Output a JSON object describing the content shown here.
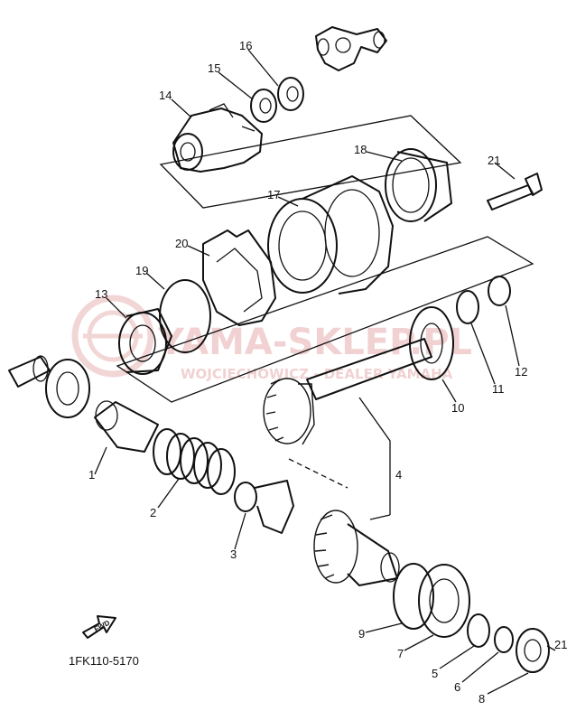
{
  "watermark": {
    "main": "YAMA-SKLEP.PL",
    "sub": "WOJCIECHOWICZ - DEALER YAMAHA",
    "color": "#e8b4b4"
  },
  "diagram_code": "1FK110-5170",
  "fwd_label": "FWD",
  "callouts": [
    "1",
    "2",
    "3",
    "4",
    "5",
    "6",
    "7",
    "8",
    "9",
    "10",
    "11",
    "12",
    "13",
    "14",
    "15",
    "16",
    "17",
    "18",
    "19",
    "20",
    "21",
    "21"
  ]
}
